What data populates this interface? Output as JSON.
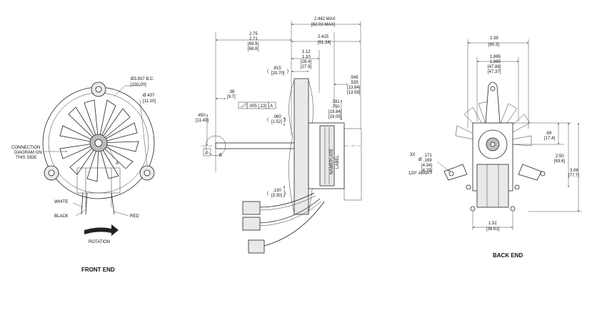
{
  "front_view": {
    "title": "FRONT END",
    "connection_note": [
      "CONNECTION",
      "DIAGRAM ON",
      "THIS SIDE"
    ],
    "bolt_circle": [
      "Ø3.937 B.C.",
      "[100.00]"
    ],
    "hole_dia": [
      "Ø.437",
      "[11.10]"
    ],
    "wire_white": "WHITE",
    "wire_black": "BLACK",
    "wire_red": "RED",
    "rotation_label": "ROTATION",
    "datum_a": "A"
  },
  "side_view": {
    "dim_overall": [
      "2.442 MAX",
      "[62.03 MAX]"
    ],
    "dim_2415": [
      "2.415",
      "[61.34]"
    ],
    "dim_275": [
      "2.75",
      "2.71",
      "[69.9]",
      "[68.8]"
    ],
    "dim_112": [
      "1.12",
      "1.10",
      "[28.4]",
      "[27.9]"
    ],
    "dim_815": [
      "(",
      ".815",
      "[20.70]",
      ")"
    ],
    "dim_545": [
      ".545",
      ".535",
      "[13.84]",
      "[13.59]"
    ],
    "dim_38": [
      ".38",
      "[9.7]"
    ],
    "tolerance_value": ".005 [.13]",
    "tolerance_datum": "A",
    "dim_450": [
      ".450",
      "[11.43]"
    ],
    "dim_060": [
      "(",
      ".060",
      "[1.52]",
      ")"
    ],
    "dim_781": [
      ".781",
      ".750",
      "[19.84]",
      "[19.05]"
    ],
    "dim_130": [
      "(",
      ".130",
      "[3.30]",
      ")"
    ],
    "nameplate": [
      "NAMEPLATE",
      "LABEL"
    ],
    "datum_a": "A",
    "datum_b": "B"
  },
  "back_view": {
    "title": "BACK END",
    "dim_238": [
      "2.38",
      "[60.3]"
    ],
    "dim_1865": [
      "1.865",
      "1.865",
      "[47.88]",
      "[47.37]"
    ],
    "dim_69": [
      ".69",
      "[17.4]"
    ],
    "dim_250": [
      "2.50",
      "[63.6]"
    ],
    "dim_306": [
      "3.06",
      "[77.7]"
    ],
    "hole_spec": [
      "3X",
      "Ø",
      ".171",
      ".169",
      "[4.34]",
      "[4.29]",
      "120° APART"
    ],
    "dim_152": [
      "1.52",
      "[38.61]"
    ]
  }
}
